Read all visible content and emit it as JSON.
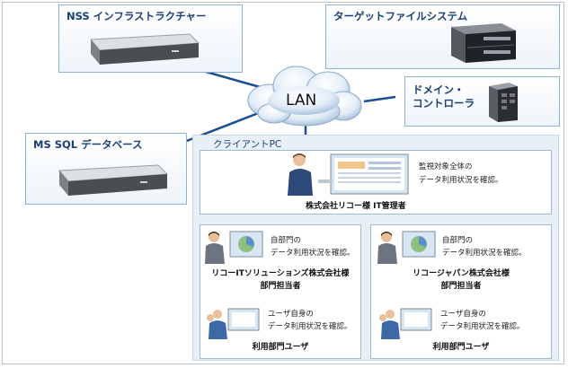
{
  "nss": {
    "title": "NSS インフラストラクチャー"
  },
  "target": {
    "title": "ターゲットファイルシステム"
  },
  "domain": {
    "title_line1": "ドメイン・",
    "title_line2": "コントローラ"
  },
  "mssql": {
    "title": "MS SQL データベース"
  },
  "lan": {
    "label": "LAN"
  },
  "client": {
    "title": "クライアントPC",
    "admin": {
      "desc_line1": "監視対象全体の",
      "desc_line2": "データ利用状況を確認。",
      "name": "株式会社リコー様  IT管理者"
    },
    "left": {
      "dept_desc_line1": "自部門の",
      "dept_desc_line2": "データ利用状況を確認。",
      "company": "リコーITソリューションズ株式会社様",
      "role": "部門担当者",
      "user_desc_line1": "ユーザ自身の",
      "user_desc_line2": "データ利用状況を確認。",
      "user_role": "利用部門ユーザ"
    },
    "right": {
      "dept_desc_line1": "自部門の",
      "dept_desc_line2": "データ利用状況を確認。",
      "company": "リコージャパン株式会社様",
      "role": "部門担当者",
      "user_desc_line1": "ユーザ自身の",
      "user_desc_line2": "データ利用状況を確認。",
      "user_role": "利用部門ユーザ"
    }
  },
  "colors": {
    "link": "#1c4f8f",
    "title": "#1d3f73",
    "box_border": "#8db3d2"
  }
}
